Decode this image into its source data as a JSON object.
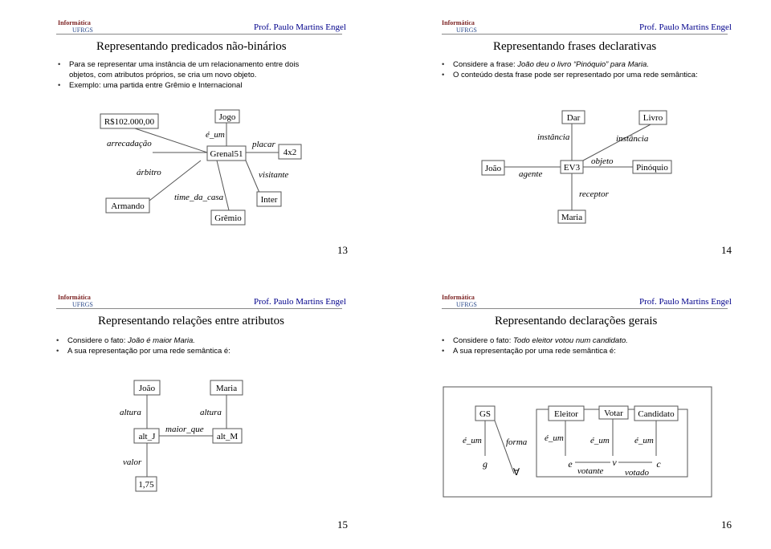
{
  "header": {
    "logo_title": "Informática",
    "logo_subtitle": "UFRGS",
    "author": "Prof. Paulo Martins Engel"
  },
  "slides": [
    {
      "page": "13",
      "title": "Representando predicados não-binários",
      "bullets": [
        "Para se representar uma instância de um relacionamento entre dois objetos, com atributos próprios, se cria um novo objeto.",
        "Exemplo: uma partida entre Grêmio e Internacional"
      ],
      "nodes": [
        "R$102.000,00",
        "Jogo",
        "Grenal51",
        "4x2",
        "Armando",
        "Inter",
        "Grêmio"
      ],
      "edges": [
        "arrecadação",
        "é_um",
        "placar",
        "árbitro",
        "visitante",
        "time_da_casa"
      ]
    },
    {
      "page": "14",
      "title": "Representando frases declarativas",
      "bullets": [
        "Considere a frase: João deu o livro “Pinóquio” para Maria.",
        "O conteúdo desta frase pode ser representado por uma rede semântica:"
      ],
      "bullet1_prefix": "Considere a frase: ",
      "bullet1_italic": "João deu o livro “Pinóquio” para Maria.",
      "nodes": [
        "Dar",
        "Livro",
        "João",
        "EV3",
        "Pinóquio",
        "Maria"
      ],
      "edges": [
        "instância",
        "instância",
        "agente",
        "objeto",
        "receptor"
      ]
    },
    {
      "page": "15",
      "title": "Representando relações entre atributos",
      "bullets": [
        "Considere o fato: João é maior Maria.",
        "A sua representação por uma rede semântica é:"
      ],
      "bullet1_prefix": "Considere o fato: ",
      "bullet1_italic": "João é maior Maria.",
      "nodes": [
        "João",
        "Maria",
        "alt_J",
        "alt_M",
        "1,75"
      ],
      "edges": [
        "altura",
        "altura",
        "maior_que",
        "valor"
      ]
    },
    {
      "page": "16",
      "title": "Representando declarações gerais",
      "bullets": [
        "Considere o fato: Todo eleitor votou num candidato.",
        "A sua representação por uma rede semântica é:"
      ],
      "bullet1_prefix": "Considere o fato: ",
      "bullet1_italic": "Todo eleitor votou num candidato.",
      "nodes": [
        "GS",
        "Eleitor",
        "Votar",
        "Candidato"
      ],
      "vars": [
        "g",
        "∀",
        "e",
        "v",
        "c"
      ],
      "edges": [
        "é_um",
        "forma",
        "é_um",
        "é_um",
        "é_um",
        "votante",
        "votado"
      ]
    }
  ]
}
